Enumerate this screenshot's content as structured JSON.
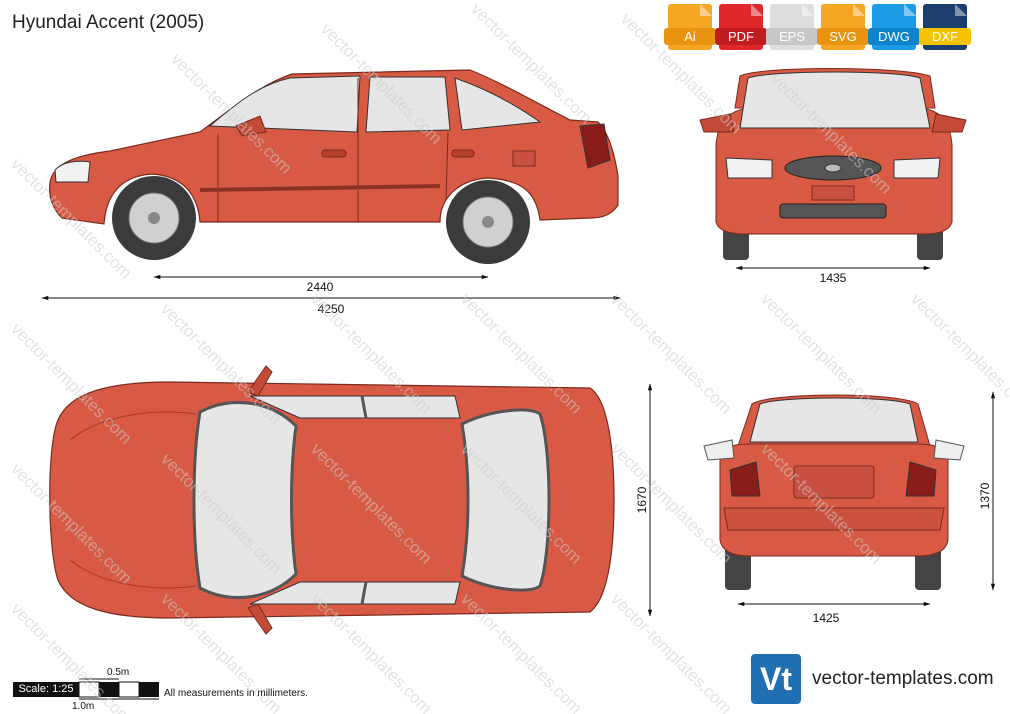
{
  "title": "Hyundai Accent (2005)",
  "formats": [
    {
      "label": "Ai",
      "color": "#f5a623"
    },
    {
      "label": "PDF",
      "color": "#e0272b"
    },
    {
      "label": "EPS",
      "color": "#dedede"
    },
    {
      "label": "SVG",
      "color": "#f5a623"
    },
    {
      "label": "DWG",
      "color": "#1b9be6"
    },
    {
      "label": "DXF",
      "color": "#1c3e6e"
    }
  ],
  "dimensions": {
    "wheelbase": "2440",
    "length": "4250",
    "front_track": "1435",
    "width": "1670",
    "rear_track": "1425",
    "height": "1370"
  },
  "scale": {
    "label": "Scale: 1:25",
    "half_meter": "0.5m",
    "one_meter": "1.0m"
  },
  "note": "All measurements in millimeters.",
  "watermark": "vector-templates.com",
  "brand": {
    "logo": "Vt",
    "text": "vector-templates.com"
  },
  "colors": {
    "body": "#d95a44",
    "body_dark": "#a8392a",
    "glass": "#e6e6e6",
    "tire": "#444444"
  }
}
